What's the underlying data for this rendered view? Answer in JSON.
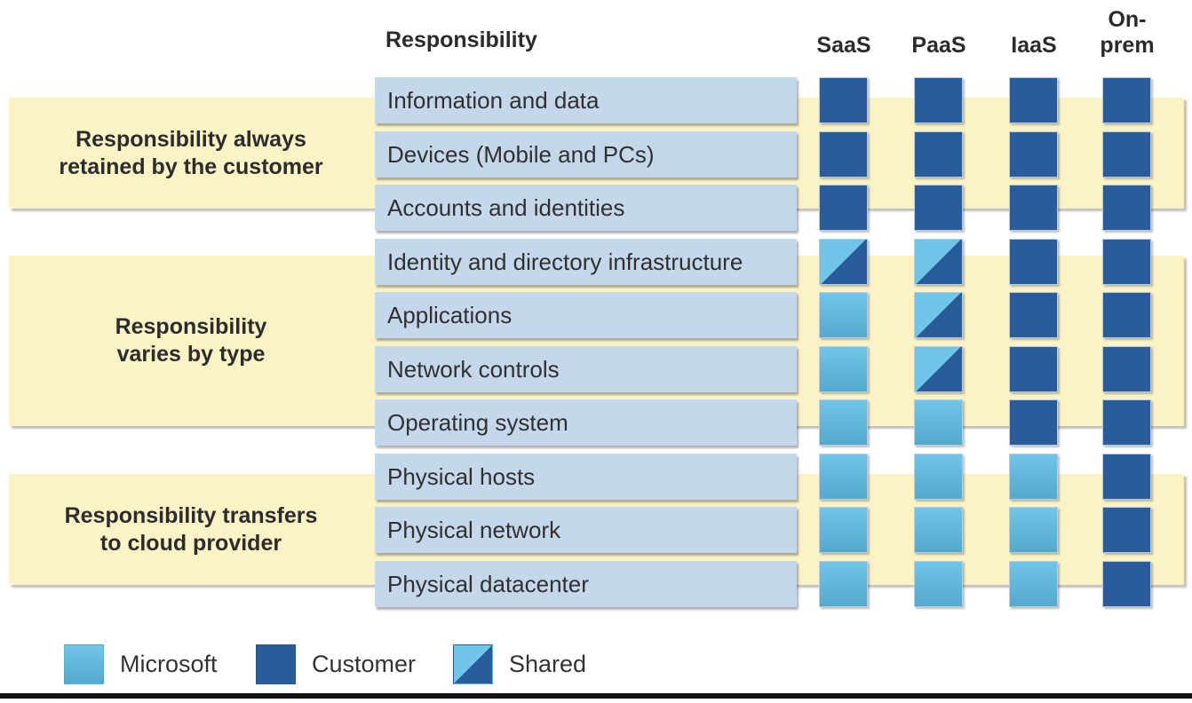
{
  "title": "Responsibility",
  "columns": [
    "SaaS",
    "PaaS",
    "IaaS",
    "On-prem"
  ],
  "groups": [
    {
      "label": "Responsibility always\nretained by the customer"
    },
    {
      "label": "Responsibility\nvaries by type"
    },
    {
      "label": "Responsibility transfers\nto cloud provider"
    }
  ],
  "rows": [
    {
      "label": "Information and data",
      "cells": [
        "customer",
        "customer",
        "customer",
        "customer"
      ]
    },
    {
      "label": "Devices (Mobile and PCs)",
      "cells": [
        "customer",
        "customer",
        "customer",
        "customer"
      ]
    },
    {
      "label": "Accounts and identities",
      "cells": [
        "customer",
        "customer",
        "customer",
        "customer"
      ]
    },
    {
      "label": "Identity and directory infrastructure",
      "cells": [
        "shared",
        "shared",
        "customer",
        "customer"
      ]
    },
    {
      "label": "Applications",
      "cells": [
        "microsoft",
        "shared",
        "customer",
        "customer"
      ]
    },
    {
      "label": "Network controls",
      "cells": [
        "microsoft",
        "shared",
        "customer",
        "customer"
      ]
    },
    {
      "label": "Operating system",
      "cells": [
        "microsoft",
        "microsoft",
        "customer",
        "customer"
      ]
    },
    {
      "label": "Physical hosts",
      "cells": [
        "microsoft",
        "microsoft",
        "microsoft",
        "customer"
      ]
    },
    {
      "label": "Physical network",
      "cells": [
        "microsoft",
        "microsoft",
        "microsoft",
        "customer"
      ]
    },
    {
      "label": "Physical datacenter",
      "cells": [
        "microsoft",
        "microsoft",
        "microsoft",
        "customer"
      ]
    }
  ],
  "legend": [
    {
      "label": "Microsoft",
      "type": "microsoft"
    },
    {
      "label": "Customer",
      "type": "customer"
    },
    {
      "label": "Shared",
      "type": "shared"
    }
  ],
  "colors": {
    "customer_dark_blue": "#2A5C9B",
    "microsoft_light_blue_top": "#6FC6E9",
    "microsoft_light_blue_bottom": "#54A9CD",
    "band_yellow": "#FBF2C6",
    "row_label_blue": "#C5D8EB"
  }
}
